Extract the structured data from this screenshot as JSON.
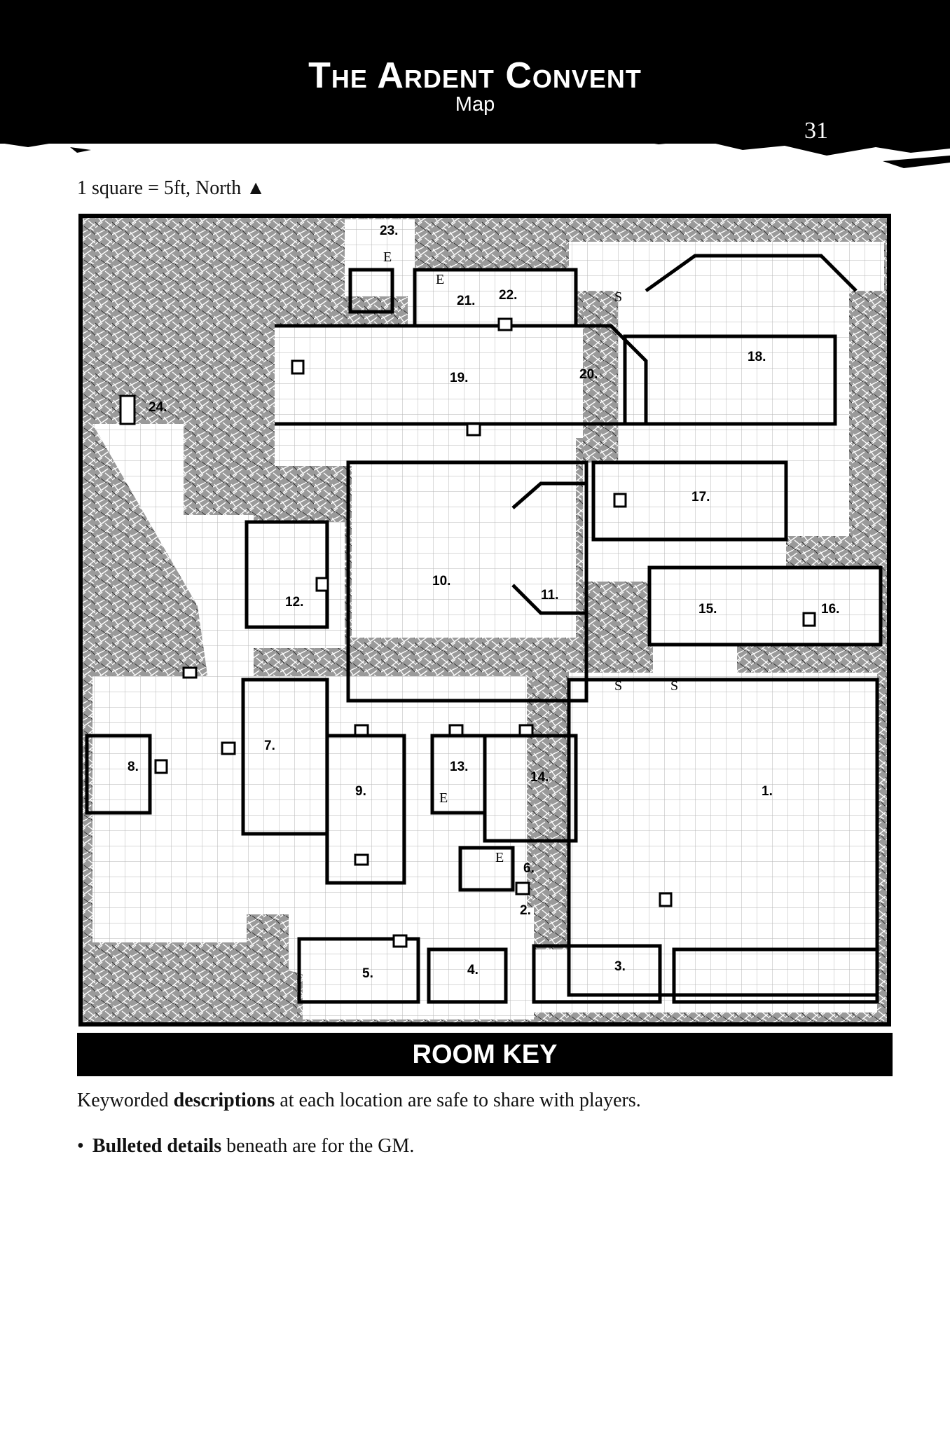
{
  "header": {
    "title": "The Ardent Convent",
    "subtitle": "Map",
    "page_number": "31"
  },
  "scale_note": "1 square = 5ft, North ▲",
  "map": {
    "rooms": [
      "1.",
      "2.",
      "3.",
      "4.",
      "5.",
      "6.",
      "7.",
      "8.",
      "9.",
      "10.",
      "11.",
      "12.",
      "13.",
      "14.",
      "15.",
      "16.",
      "17.",
      "18.",
      "19.",
      "20.",
      "21.",
      "22.",
      "23.",
      "24."
    ],
    "markers": {
      "elevator": "E",
      "secret_door": "S"
    }
  },
  "room_key": {
    "title": "ROOM KEY",
    "intro_prefix": "Keyworded ",
    "intro_bold": "descriptions",
    "intro_suffix": " at each location are safe to share with players.",
    "bullet_bold": "Bulleted details",
    "bullet_suffix": " beneath are for the GM."
  }
}
